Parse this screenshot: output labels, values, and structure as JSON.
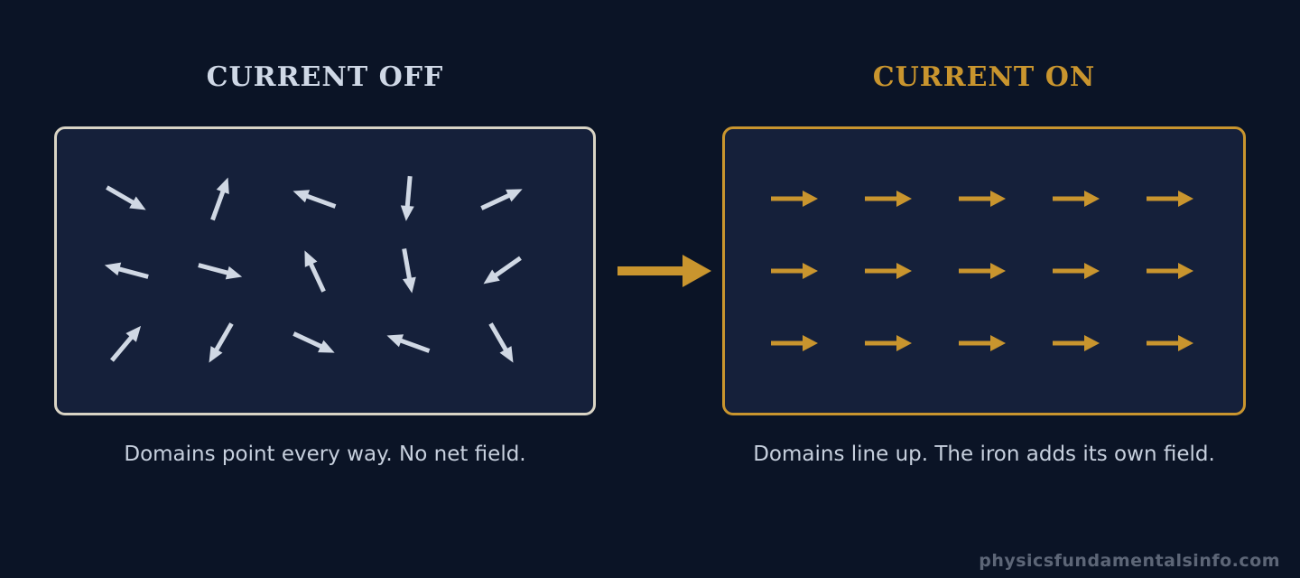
{
  "panels": {
    "off": {
      "title": "CURRENT OFF",
      "caption": "Domains point every way. No net field.",
      "color": "#d0d8e4",
      "border_color": "#d9d4c5",
      "domain_angles_deg": [
        [
          30,
          -70,
          -160,
          95,
          -25
        ],
        [
          -165,
          15,
          -115,
          80,
          145
        ],
        [
          -50,
          120,
          25,
          -160,
          60
        ]
      ]
    },
    "on": {
      "title": "CURRENT ON",
      "caption": "Domains line up. The iron adds its own field.",
      "color": "#c9952e",
      "domain_angles_deg": [
        [
          0,
          0,
          0,
          0,
          0
        ],
        [
          0,
          0,
          0,
          0,
          0
        ],
        [
          0,
          0,
          0,
          0,
          0
        ]
      ]
    }
  },
  "transition_arrow": {
    "icon": "right-arrow-icon",
    "color": "#c9952e"
  },
  "background_color": "#0b1426",
  "panel_fill_color": "#15203a",
  "watermark": "physicsfundamentalsinfo.com"
}
